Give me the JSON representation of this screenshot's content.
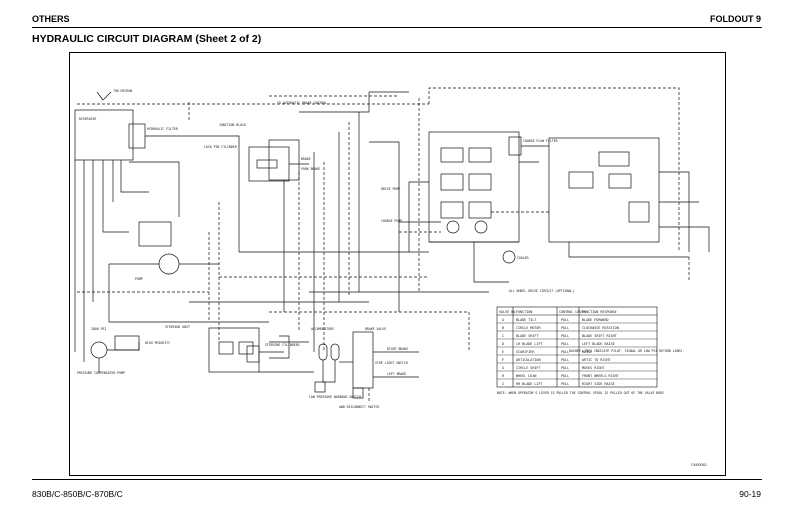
{
  "header": {
    "section": "OTHERS",
    "foldout": "FOLDOUT 9"
  },
  "title": "HYDRAULIC CIRCUIT DIAGRAM (Sheet 2 of 2)",
  "footer": {
    "model": "830B/C-850B/C-870B/C",
    "page": "90-19"
  },
  "diagram": {
    "figure_code": "CM00052",
    "labels": {
      "micron": "700 MICRON",
      "reservoir": "RESERVOIR",
      "filter": "HYDRAULIC FILTER",
      "junction": "JUNCTION BLOCK",
      "auto_brake": "TO AUTOMATIC BRAKE CONTROL",
      "lock_pin": "LOCK PIN CYLINDER",
      "brake": "BRAKE",
      "park_brake": "PARK BRAKE",
      "charge_filter": "CHARGE FLOW FILTER",
      "drive_pump": "DRIVE PUMP",
      "charge_pump": "CHARGE PUMP",
      "cooler": "COOLER",
      "pump": "PUMP",
      "aww": "ALL WHEEL DRIVE CIRCUIT (OPTIONAL)",
      "psi_2800": "2800 PSI",
      "priority": "HIGH PRIORITY",
      "pressure_pump": "PRESSURE COMPENSATED PUMP",
      "steering_unit": "STEERING UNIT",
      "steering_cyl": "STEERING CYLINDERS",
      "accumulators": "ACCUMULATORS",
      "brake_valve": "BRAKE VALVE",
      "right_brake": "RIGHT BRAKE",
      "left_brake": "LEFT BRAKE",
      "stop_light": "STOP LIGHT SWITCH",
      "low_pressure": "LOW PRESSURE WARNING SWITCH",
      "disconnect": "AWD DISCONNECT SWITCH",
      "lines_note": "DASHED LINES INDICATE PILOT, SIGNAL OR LOW PSI RETURN LINES.",
      "note": "NOTE: WHEN OPERATOR'S LEVER IS PULLED THE CONTROL SPOOL IS PULLED OUT OF THE VALVE BODY"
    },
    "function_table": {
      "headers": [
        "VALVE NO.",
        "FUNCTION",
        "CONTROL LEVER",
        "FUNCTION RESPONSE"
      ],
      "rows": [
        [
          "A",
          "BLADE TILT",
          "PULL",
          "BLADE FORWARD"
        ],
        [
          "B",
          "CIRCLE MOTOR",
          "PULL",
          "CLOCKWISE ROTATION"
        ],
        [
          "C",
          "BLADE SHIFT",
          "PULL",
          "BLADE SHIFT RIGHT"
        ],
        [
          "D",
          "LH BLADE LIFT",
          "PULL",
          "LEFT BLADE RAISE"
        ],
        [
          "E",
          "SCARIFIER",
          "PULL",
          "RAISE"
        ],
        [
          "F",
          "ARTICULATION",
          "PULL",
          "ARTIC TO RIGHT"
        ],
        [
          "G",
          "CIRCLE SHIFT",
          "PULL",
          "MOVES RIGHT"
        ],
        [
          "H",
          "WHEEL LEAN",
          "PULL",
          "FRONT WHEELS RIGHT"
        ],
        [
          "I",
          "RH BLADE LIFT",
          "PULL",
          "RIGHT SIDE RAISE"
        ]
      ]
    }
  }
}
